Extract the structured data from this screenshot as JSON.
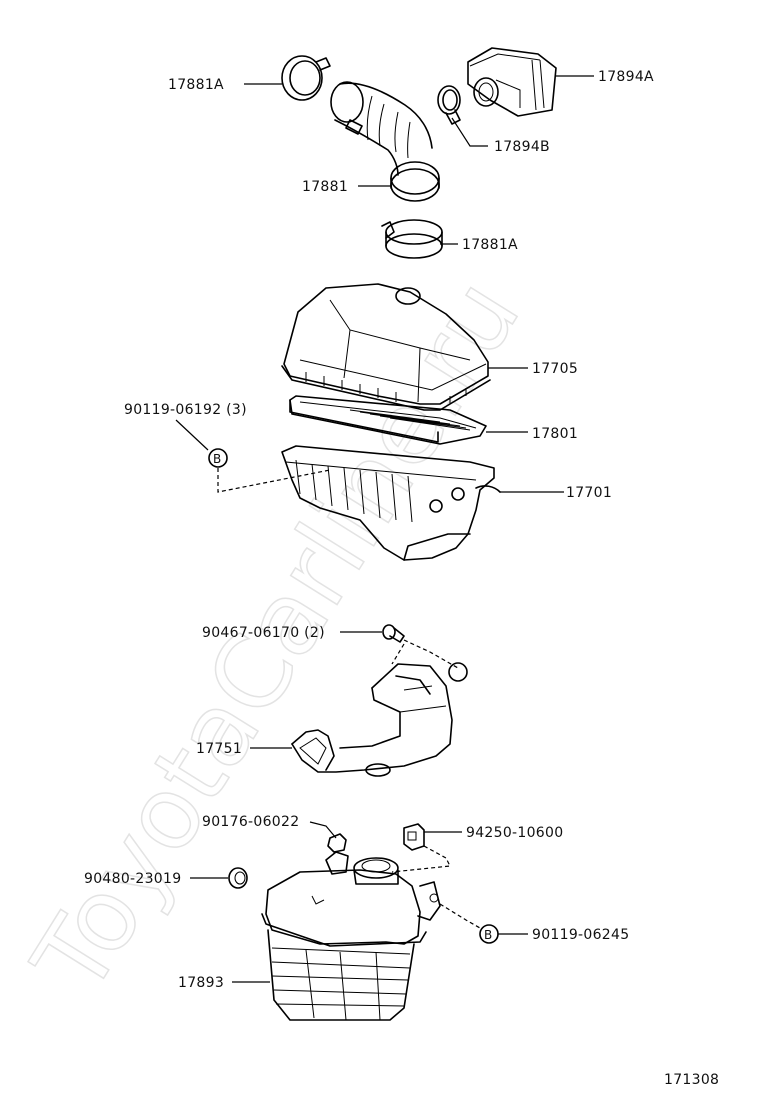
{
  "diagram": {
    "watermark": "ToyotaCarline.ru",
    "figure_number": "171308",
    "labels": {
      "p17881A_top": "17881A",
      "p17894A": "17894A",
      "p17894B": "17894B",
      "p17881": "17881",
      "p17881A_bottom": "17881A",
      "p17705": "17705",
      "p90119_06192": "90119-06192 (3)",
      "p17801": "17801",
      "p17701": "17701",
      "p90467_06170": "90467-06170 (2)",
      "p17751": "17751",
      "p90176_06022": "90176-06022",
      "p94250_10600": "94250-10600",
      "p90480_23019": "90480-23019",
      "p90119_06245": "90119-06245",
      "p17893": "17893"
    },
    "callout_letter": "B"
  }
}
